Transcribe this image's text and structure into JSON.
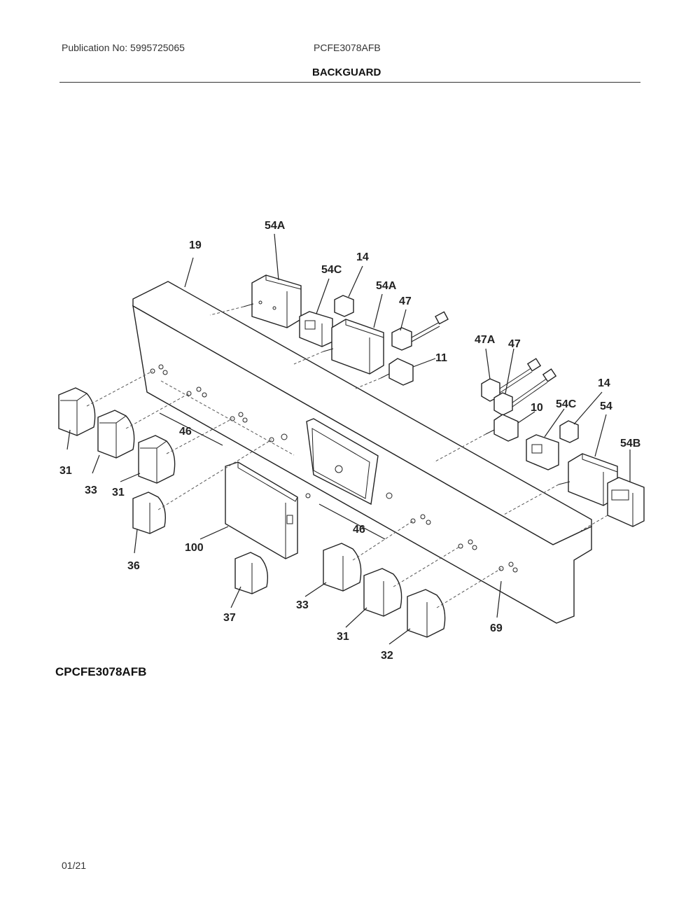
{
  "header": {
    "publication": "Publication No: 5995725065",
    "model": "PCFE3078AFB",
    "title": "BACKGUARD"
  },
  "diagram_code": "CPCFE3078AFB",
  "footer": {
    "page": "01/21"
  },
  "callouts": {
    "c19": "19",
    "c54a_1": "54A",
    "c54c_1": "54C",
    "c14_1": "14",
    "c54a_2": "54A",
    "c47_1": "47",
    "c11": "11",
    "c47a": "47A",
    "c47_2": "47",
    "c10": "10",
    "c54c_2": "54C",
    "c14_2": "14",
    "c54": "54",
    "c54b": "54B",
    "c46_1": "46",
    "c46_2": "46",
    "c31_1": "31",
    "c33_1": "33",
    "c31_2": "31",
    "c36": "36",
    "c100": "100",
    "c37": "37",
    "c33_2": "33",
    "c31_3": "31",
    "c32": "32",
    "c69": "69"
  }
}
